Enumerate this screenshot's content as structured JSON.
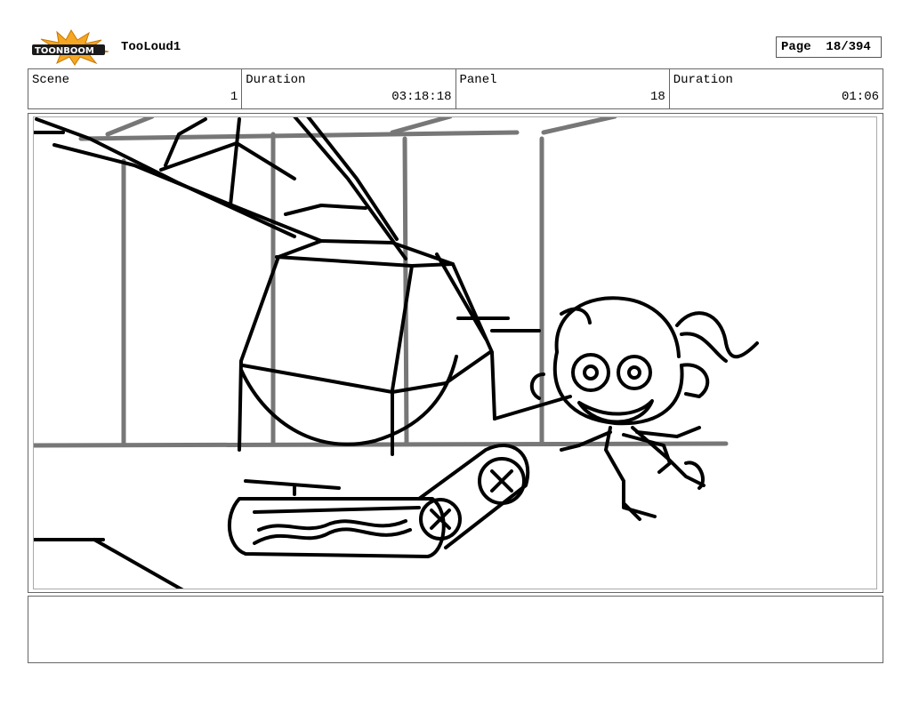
{
  "header": {
    "logo_text": "TOONBOOM",
    "project_title": "TooLoud1",
    "page_label": "Page",
    "page_value": "18/394"
  },
  "info": {
    "scene_label": "Scene",
    "scene_value": "1",
    "duration_label": "Duration",
    "duration_value": "03:18:18",
    "panel_label": "Panel",
    "panel_value": "18",
    "panel_duration_label": "Duration",
    "panel_duration_value": "01:06"
  },
  "notes": {
    "text": ""
  }
}
